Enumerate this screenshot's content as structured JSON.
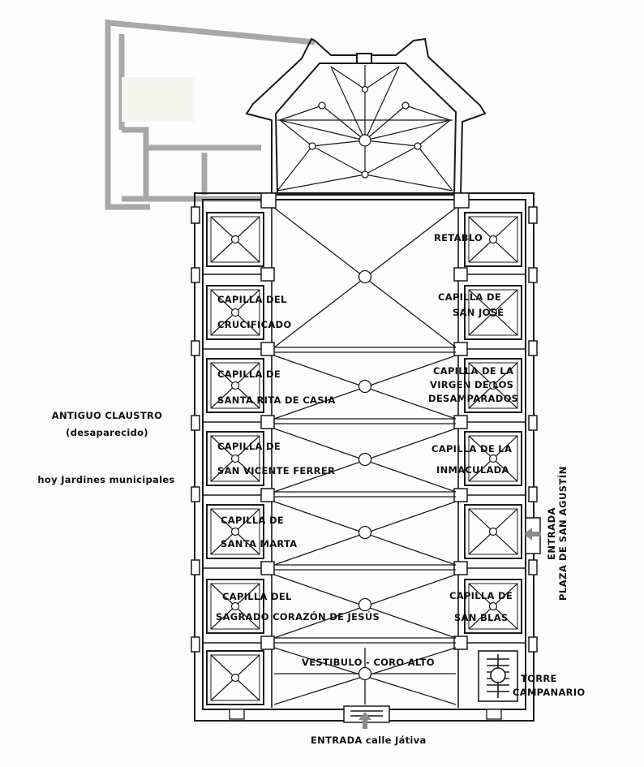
{
  "chapels_left": [
    {
      "line1": "CAPILLA DEL",
      "line2": "CRUCIFICADO"
    },
    {
      "line1": "CAPILLA DE",
      "line2": "SANTA RITA DE CASIA"
    },
    {
      "line1": "CAPILLA DE",
      "line2": "SAN VICENTE FERRER"
    },
    {
      "line1": "CAPILLA DE",
      "line2": "SANTA MARTA"
    },
    {
      "line1": "CAPILLA DEL",
      "line2": "SAGRADO CORAZÓN DE JESÚS"
    }
  ],
  "chapels_right": [
    {
      "line1": "RETABLO"
    },
    {
      "line1": "CAPILLA DE",
      "line2": "SAN JOSÉ"
    },
    {
      "line1": "CAPILLA DE LA",
      "line2": "VIRGEN DE LOS",
      "line3": "DESAMPARADOS"
    },
    {
      "line1": "CAPILLA DE LA",
      "line2": "INMACULADA"
    },
    {
      "line1": "CAPILLA DE",
      "line2": "SAN BLAS"
    }
  ],
  "vestibule": "VESTIBULO - CORO ALTO",
  "tower": {
    "line1": "TORRE",
    "line2": "CAMPANARIO"
  },
  "cloister": {
    "line1": "ANTIGUO CLAUSTRO",
    "line2": "(desaparecido)",
    "line3": "hoy Jardines municipales"
  },
  "entrance_main": "ENTRADA calle Játiva",
  "entrance_side": {
    "line1": "ENTRADA",
    "line2": "PLAZA DE SAN AGUSTÍN"
  },
  "colors": {
    "ink": "#1a1a1a",
    "cloister": "#a8a8a8",
    "arrow": "#8a8a8a"
  }
}
